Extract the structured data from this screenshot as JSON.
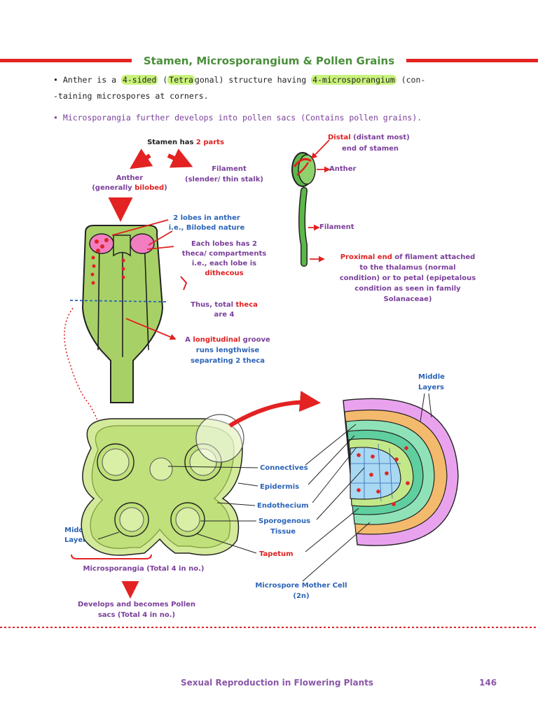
{
  "title": "Stamen, Microsporangium & Pollen Grains",
  "bullet1": {
    "pre": "• Anther is a ",
    "hl1": "4-sided",
    "mid1": " (",
    "hl2": "Tetra",
    "mid2": "gonal) structure having ",
    "hl3": "4-microsporangium",
    "post": " (con-",
    "line2": "-taining microspores at corners."
  },
  "bullet2": "• Microsporangia further develops into pollen sacs (Contains pollen grains).",
  "stamen": {
    "heading_pre": "Stamen has ",
    "heading_em": "2 parts",
    "anther_label": "Anther",
    "anther_sub_pre": "(generally ",
    "anther_sub_em": "bilobed",
    "anther_sub_post": ")",
    "filament_label": "Filament",
    "filament_sub": "(slender/ thin stalk)"
  },
  "anther_notes": {
    "lobes_1": "2 lobes in anther",
    "lobes_2": "i.e., Bilobed nature",
    "theca_1": "Each lobes has 2",
    "theca_2": "theca/ compartments",
    "theca_3": "i.e., each lobe is",
    "theca_4": "dithecous",
    "total_pre": "Thus, total ",
    "total_em": "theca",
    "total_2": "are 4",
    "groove_pre": "A ",
    "groove_em": "longitudinal",
    "groove_post": " groove",
    "groove_2": "runs lengthwise",
    "groove_3": "separating 2 theca"
  },
  "stamen_diagram": {
    "distal_em": "Distal",
    "distal_post": " (distant most)",
    "distal_2": "end of stamen",
    "anther": "Anther",
    "filament": "Filament",
    "proximal_em": "Proximal end",
    "proximal_post": " of filament attached",
    "proximal_2": "to the thalamus (normal",
    "proximal_3": "condition) or to petal (epipetalous",
    "proximal_4": "condition as seen in family",
    "proximal_5": "Solanaceae)"
  },
  "cross_section": {
    "connectives": "Connectives",
    "epidermis": "Epidermis",
    "endothecium": "Endothecium",
    "sporogenous_1": "Sporogenous",
    "sporogenous_2": "Tissue",
    "tapetum": "Tapetum",
    "middle_layers_left_1": "Middle",
    "middle_layers_left_2": "Layers",
    "middle_layers_right_1": "Middle",
    "middle_layers_right_2": "Layers",
    "microsporangia": "Microsporangia (Total 4 in no.)",
    "develops_1": "Develops and becomes Pollen",
    "develops_2": "sacs (Total 4 in no.)",
    "mmc_1": "Microspore Mother Cell",
    "mmc_2": "(2n)"
  },
  "footer": {
    "chapter": "Sexual Reproduction in Flowering Plants",
    "page": "146"
  },
  "colors": {
    "red": "#e32222",
    "green": "#4b8e3c",
    "purple": "#7a3f9a",
    "blue": "#2c64b8",
    "highlight": "#c8f27a"
  }
}
